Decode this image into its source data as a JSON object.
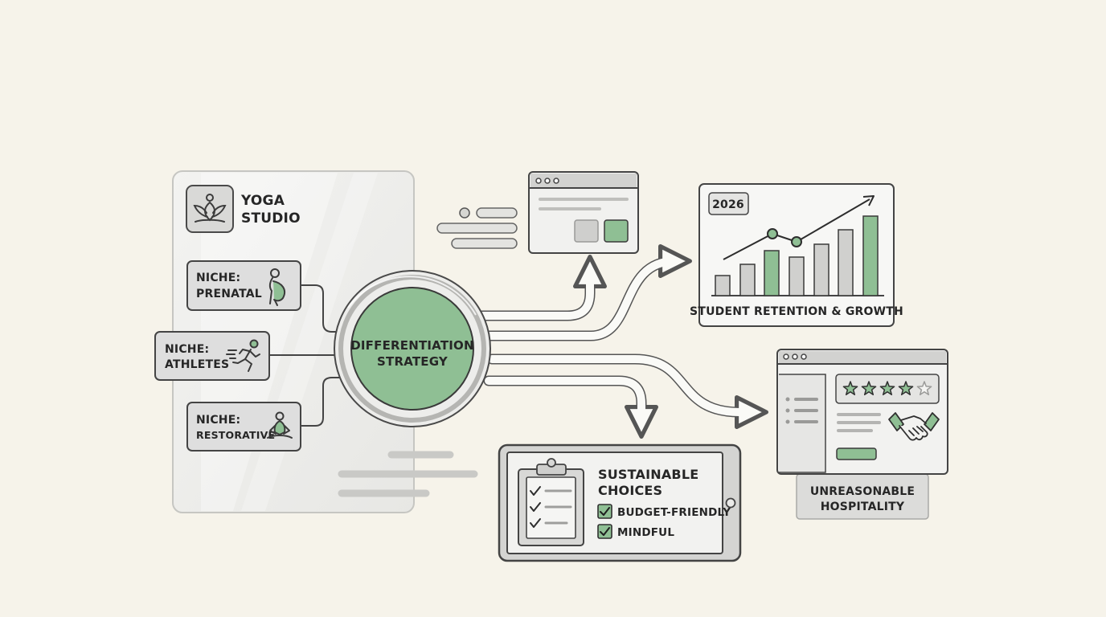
{
  "colors": {
    "background": "#f6f3ea",
    "accent_green": "#8fbf94",
    "panel_gray": "#d8d8d8",
    "stroke_dark": "#3a3a3a"
  },
  "studio": {
    "title_line1": "YOGA",
    "title_line2": "STUDIO",
    "icon": "lotus-icon"
  },
  "niches": [
    {
      "label": "NICHE:",
      "value": "PRENATAL",
      "icon": "pregnant-woman-icon"
    },
    {
      "label": "NICHE:",
      "value": "ATHLETES",
      "icon": "runner-icon"
    },
    {
      "label": "NICHE:",
      "value": "RESTORATIVE",
      "icon": "meditation-icon"
    }
  ],
  "hub": {
    "line1": "DIFFERENTIATION",
    "line2": "STRATEGY"
  },
  "growth_chart": {
    "year": "2026",
    "caption": "STUDENT RETENTION & GROWTH"
  },
  "sustainable": {
    "title_line1": "SUSTAINABLE",
    "title_line2": "CHOICES",
    "items": [
      "BUDGET-FRIENDLY",
      "MINDFUL"
    ],
    "icon": "clipboard-checklist-icon"
  },
  "hospitality": {
    "caption_line1": "UNREASONABLE",
    "caption_line2": "HOSPITALITY",
    "rating": 4,
    "rating_max": 5,
    "icon": "handshake-icon"
  }
}
